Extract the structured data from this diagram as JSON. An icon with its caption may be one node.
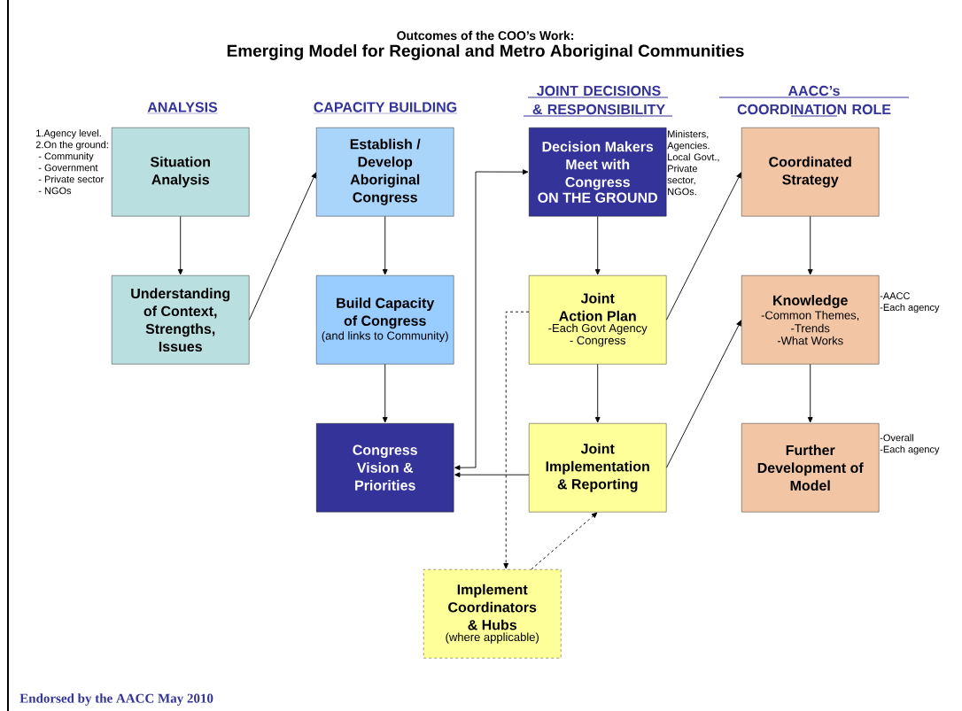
{
  "diagram": {
    "title": "Outcomes of the COO’s Work:",
    "nodes": [
      {
        "text": [
          "Situation Analysis"
        ],
        "beside": [
          "1.Agency level.",
          "2.On the ground:",
          " - Community",
          " - Government",
          " - Private sector",
          " - NGOs"
        ]
      },
      {
        "text": [
          "Understanding of Context, Strengths, Issues"
        ]
      },
      {
        "text": [
          "Establish / Develop Aboriginal Congress"
        ]
      },
      {
        "text": [
          "Build Capacity of Congress",
          "(and links to Community)"
        ]
      },
      {
        "text": [
          "Congress Vision & Priorities"
        ]
      },
      {
        "text": [
          "Decision Makers Meet with Congress",
          "ON THE GROUND"
        ],
        "beside": [
          "Ministers, Agencies. Local Govt., Private sector, NGOs."
        ]
      },
      {
        "text": [
          "Joint Action Plan",
          "-Each Govt Agency",
          "- Congress"
        ]
      },
      {
        "text": [
          "Joint Implementation & Reporting"
        ]
      },
      {
        "text": [
          "Coordinated Strategy"
        ]
      },
      {
        "text": [
          "Knowledge",
          "-Common Themes,",
          "-Trends",
          "-What Works"
        ],
        "beside": [
          "-AACC",
          "-Each agency"
        ]
      },
      {
        "text": [
          "Further Development of Model"
        ],
        "beside": [
          "-Overall",
          "-Each agency"
        ]
      },
      {
        "text": [
          "Implement Coordinators & Hubs",
          "(where applicable)"
        ]
      }
    ],
    "edges": [
      {
        "from": 0,
        "to": 1,
        "arrow": "to"
      },
      {
        "from": 1,
        "to": 2,
        "arrow": "to"
      },
      {
        "from": 2,
        "to": 3,
        "arrow": "to"
      },
      {
        "from": 3,
        "to": 4,
        "arrow": "to"
      },
      {
        "from": 4,
        "to": 5,
        "arrow": "both"
      },
      {
        "from": 5,
        "to": 6,
        "arrow": "to"
      },
      {
        "from": 6,
        "to": 7,
        "arrow": "to"
      },
      {
        "from": 7,
        "to": 4,
        "arrow": "to"
      },
      {
        "from": 6,
        "to": 8,
        "arrow": "to"
      },
      {
        "from": 7,
        "to": 9,
        "arrow": "to"
      },
      {
        "from": 8,
        "to": 9,
        "arrow": "to"
      },
      {
        "from": 9,
        "to": 10,
        "arrow": "to"
      },
      {
        "from": 6,
        "to": 11,
        "arrow": "to",
        "style": "dashed"
      },
      {
        "from": 11,
        "to": 7,
        "arrow": "to",
        "style": "dashed"
      }
    ],
    "labels": [
      "Emerging Model for Regional and Metro Aboriginal Communities",
      "ANALYSIS",
      "CAPACITY BUILDING",
      "JOINT DECISIONS & RESPONSIBILITY",
      "AACC’s COORDINATION ROLE",
      "Endorsed by the AACC May 2010"
    ]
  }
}
